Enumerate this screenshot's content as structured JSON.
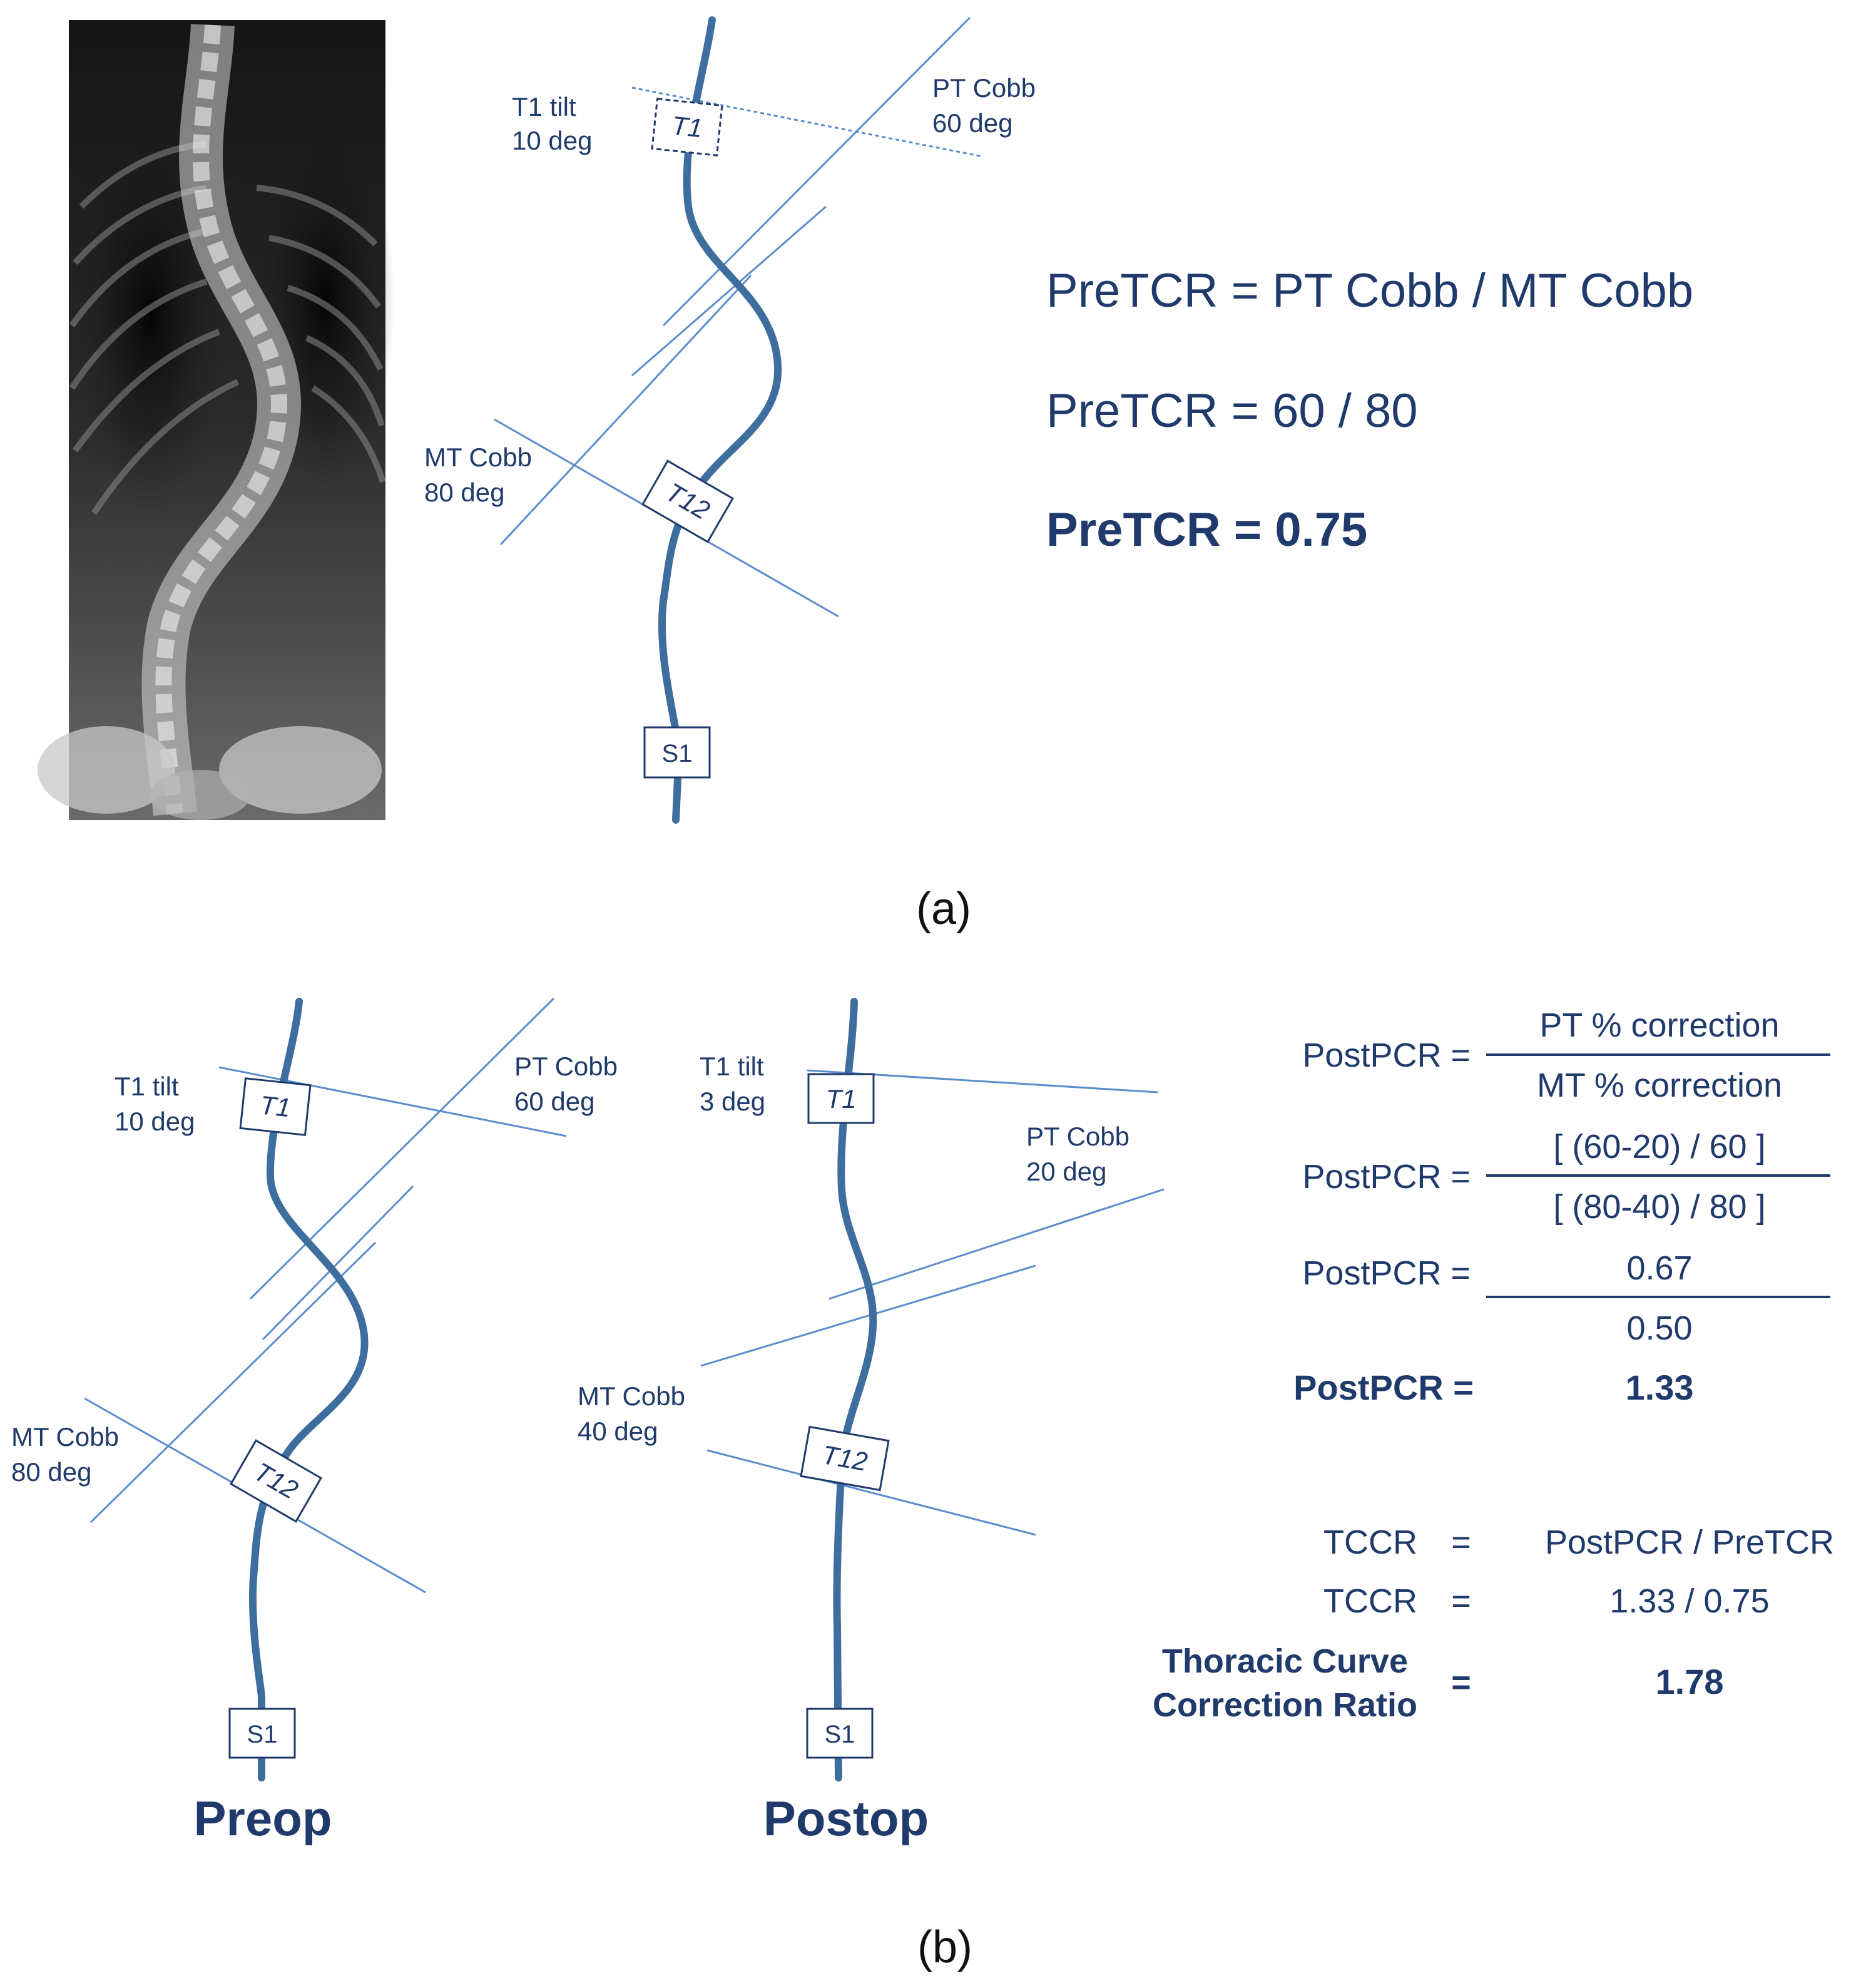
{
  "panel_a": {
    "caption": "(a)",
    "xray": {
      "colors": {
        "dark": "#0e0e0e",
        "bone": "#d8d8d8"
      }
    },
    "vertebra_labels": {
      "t1": "T1",
      "t12": "T12",
      "s1": "S1"
    },
    "annotations": {
      "t1_tilt": [
        "T1 tilt",
        "10 deg"
      ],
      "pt_cobb": [
        "PT Cobb",
        "60 deg"
      ],
      "mt_cobb": [
        "MT Cobb",
        "80 deg"
      ]
    },
    "formula": {
      "line1": "PreTCR = PT Cobb / MT Cobb",
      "line2": "PreTCR = 60 / 80",
      "line3": "PreTCR = 0.75"
    }
  },
  "panel_b": {
    "caption": "(b)",
    "preop": {
      "title": "Preop",
      "vertebra_labels": {
        "t1": "T1",
        "t12": "T12",
        "s1": "S1"
      },
      "annotations": {
        "t1_tilt": [
          "T1 tilt",
          "10 deg"
        ],
        "pt_cobb": [
          "PT Cobb",
          "60 deg"
        ],
        "mt_cobb": [
          "MT Cobb",
          "80 deg"
        ]
      }
    },
    "postop": {
      "title": "Postop",
      "vertebra_labels": {
        "t1": "T1",
        "t12": "T12",
        "s1": "S1"
      },
      "annotations": {
        "t1_tilt": [
          "T1 tilt",
          "3 deg"
        ],
        "pt_cobb": [
          "PT Cobb",
          "20 deg"
        ],
        "mt_cobb": [
          "MT Cobb",
          "40 deg"
        ]
      }
    },
    "postpcr": {
      "label": "PostPCR =",
      "row1": {
        "numerator": "PT % correction",
        "denominator": "MT % correction"
      },
      "row2": {
        "numerator": "[ (60-20) / 60 ]",
        "denominator": "[ (80-40) / 80 ]"
      },
      "row3": {
        "numerator": "0.67",
        "denominator": "0.50"
      },
      "result_label": "PostPCR =",
      "result_value": "1.33"
    },
    "tccr": {
      "row1": {
        "left": "TCCR",
        "eq": "=",
        "right": "PostPCR / PreTCR"
      },
      "row2": {
        "left": "TCCR",
        "eq": "=",
        "right": "1.33 / 0.75"
      },
      "row3": {
        "left": [
          "Thoracic Curve",
          "Correction Ratio"
        ],
        "eq": "=",
        "right": "1.78"
      }
    }
  },
  "colors": {
    "text_blue": "#1f3a6b",
    "spine_blue": "#3e6e9e",
    "line_blue": "#5b8ccc",
    "caption_black": "#111111"
  }
}
